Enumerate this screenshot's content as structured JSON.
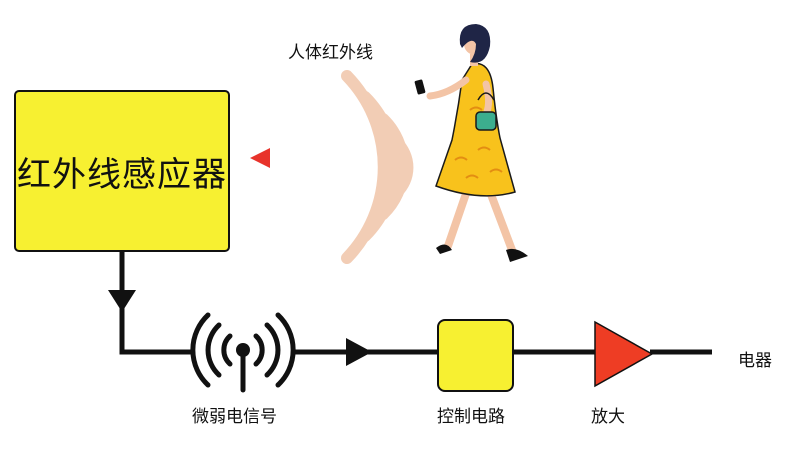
{
  "labels": {
    "sensor": "红外线感应器",
    "human_infrared": "人体红外线",
    "weak_signal": "微弱电信号",
    "control_circuit": "控制电路",
    "amplify": "放大",
    "appliance": "电器"
  },
  "icons": [
    "infrared-waves-icon",
    "pointer-triangle-icon",
    "walking-woman-icon",
    "antenna-signal-icon",
    "amplifier-triangle-icon",
    "arrow-down-icon",
    "arrow-right-icon"
  ],
  "colors": {
    "box_fill": "#f7f031",
    "line": "#111111",
    "waves": "#f2cdb5",
    "pointer": "#e8332b",
    "amplifier": "#ee3d24",
    "dress": "#f8c21c",
    "hair": "#1f2546"
  }
}
